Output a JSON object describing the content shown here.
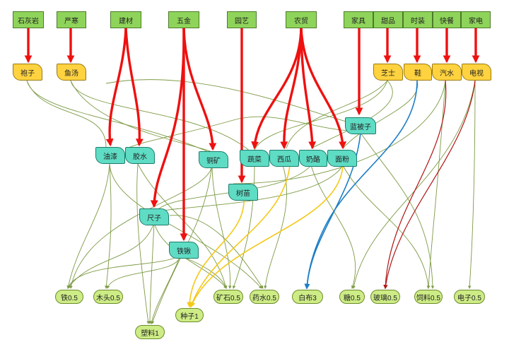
{
  "diagram": {
    "top_nodes": [
      "石灰岩",
      "严寒",
      "建材",
      "五金",
      "园艺",
      "农贸",
      "家具",
      "甜品",
      "时装",
      "快餐",
      "家电"
    ],
    "yellow_nodes": [
      "袍子",
      "鱼汤",
      "芝士",
      "鞋",
      "汽水",
      "电视"
    ],
    "teal_nodes": [
      "蓝被子",
      "油漆",
      "胶水",
      "铜矿",
      "蔬菜",
      "西瓜",
      "奶酪",
      "面粉",
      "树苗",
      "尺子",
      "铁锹"
    ],
    "leaf_nodes": [
      "铁0.5",
      "木头0.5",
      "矿石0.5",
      "药水0.5",
      "白布3",
      "糖0.5",
      "玻璃0.5",
      "饲料0.5",
      "电子0.5",
      "种子1",
      "塑料1"
    ],
    "colors": {
      "source_fill": "#8fd45a",
      "yellow_fill": "#ffd23f",
      "teal_fill": "#5fdcc4",
      "leaf_fill": "#cdec86",
      "main_edge": "#ef1010",
      "thin_edge": "#7d9a45",
      "yellow_edge": "#f5c818",
      "blue_edge": "#1d7ec6",
      "dark_red_edge": "#b01515"
    }
  }
}
